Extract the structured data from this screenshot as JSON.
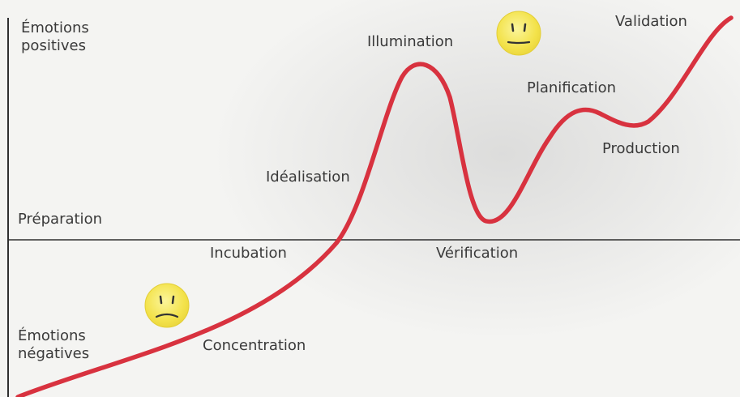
{
  "axis_labels": {
    "positive": [
      "Émotions",
      "positives"
    ],
    "negative": [
      "Émotions",
      "négatives"
    ],
    "baseline": "Préparation"
  },
  "stages": {
    "concentration": "Concentration",
    "incubation": "Incubation",
    "idealisation": "Idéalisation",
    "illumination": "Illumination",
    "verification": "Vérification",
    "planification": "Planification",
    "production": "Production",
    "validation": "Validation"
  },
  "faces": {
    "positive": "neutral-face-icon",
    "negative": "sad-face-icon"
  },
  "colors": {
    "curve": "#d8323f",
    "axis": "#2f2f2f",
    "face_fill": "#f7ea55",
    "text": "#3a3a3a"
  }
}
